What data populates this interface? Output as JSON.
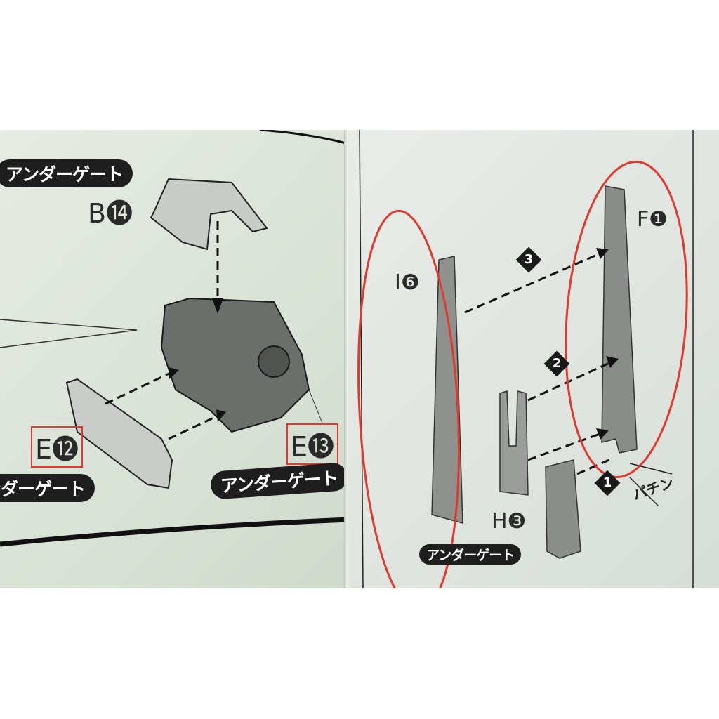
{
  "left_panel": {
    "gate_label": "アンダーゲート",
    "parts": [
      {
        "id": "B⓮",
        "highlighted": false
      },
      {
        "id": "E⓬",
        "highlighted": true
      },
      {
        "id": "E⓭",
        "highlighted": true
      }
    ]
  },
  "right_panel": {
    "gate_label": "アンダーゲート",
    "parts": [
      {
        "id": "I❻",
        "circled": true
      },
      {
        "id": "F❶",
        "circled": true
      },
      {
        "id": "H❸",
        "circled": false
      }
    ],
    "steps": [
      "1",
      "2",
      "3"
    ],
    "sound_effect": "パチン"
  },
  "colors": {
    "annotation_red": "#e03a2e",
    "part_gray": "#8f918f"
  }
}
